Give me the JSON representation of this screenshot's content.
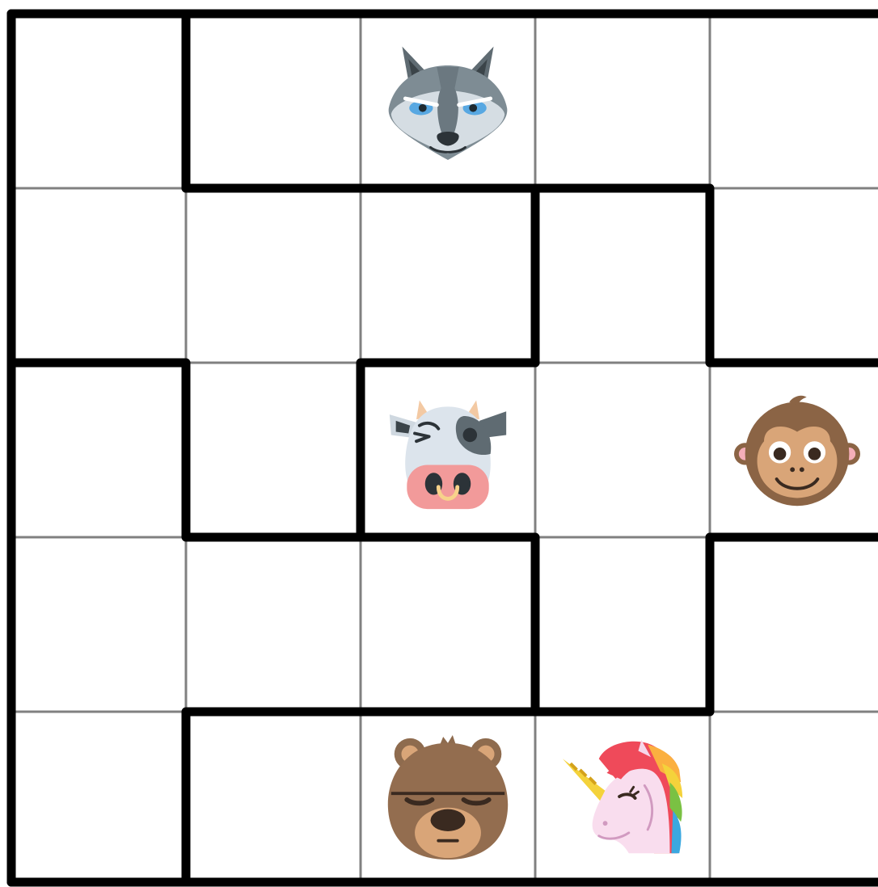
{
  "puzzle": {
    "columns": 5,
    "rows": 5,
    "grid_color": "#808080",
    "region_border_color": "#000000",
    "background_color": "#ffffff",
    "cells": [
      {
        "row": 0,
        "col": 2,
        "animal": "wolf"
      },
      {
        "row": 2,
        "col": 2,
        "animal": "cow"
      },
      {
        "row": 2,
        "col": 4,
        "animal": "monkey"
      },
      {
        "row": 4,
        "col": 2,
        "animal": "bear"
      },
      {
        "row": 4,
        "col": 3,
        "animal": "unicorn"
      }
    ]
  }
}
